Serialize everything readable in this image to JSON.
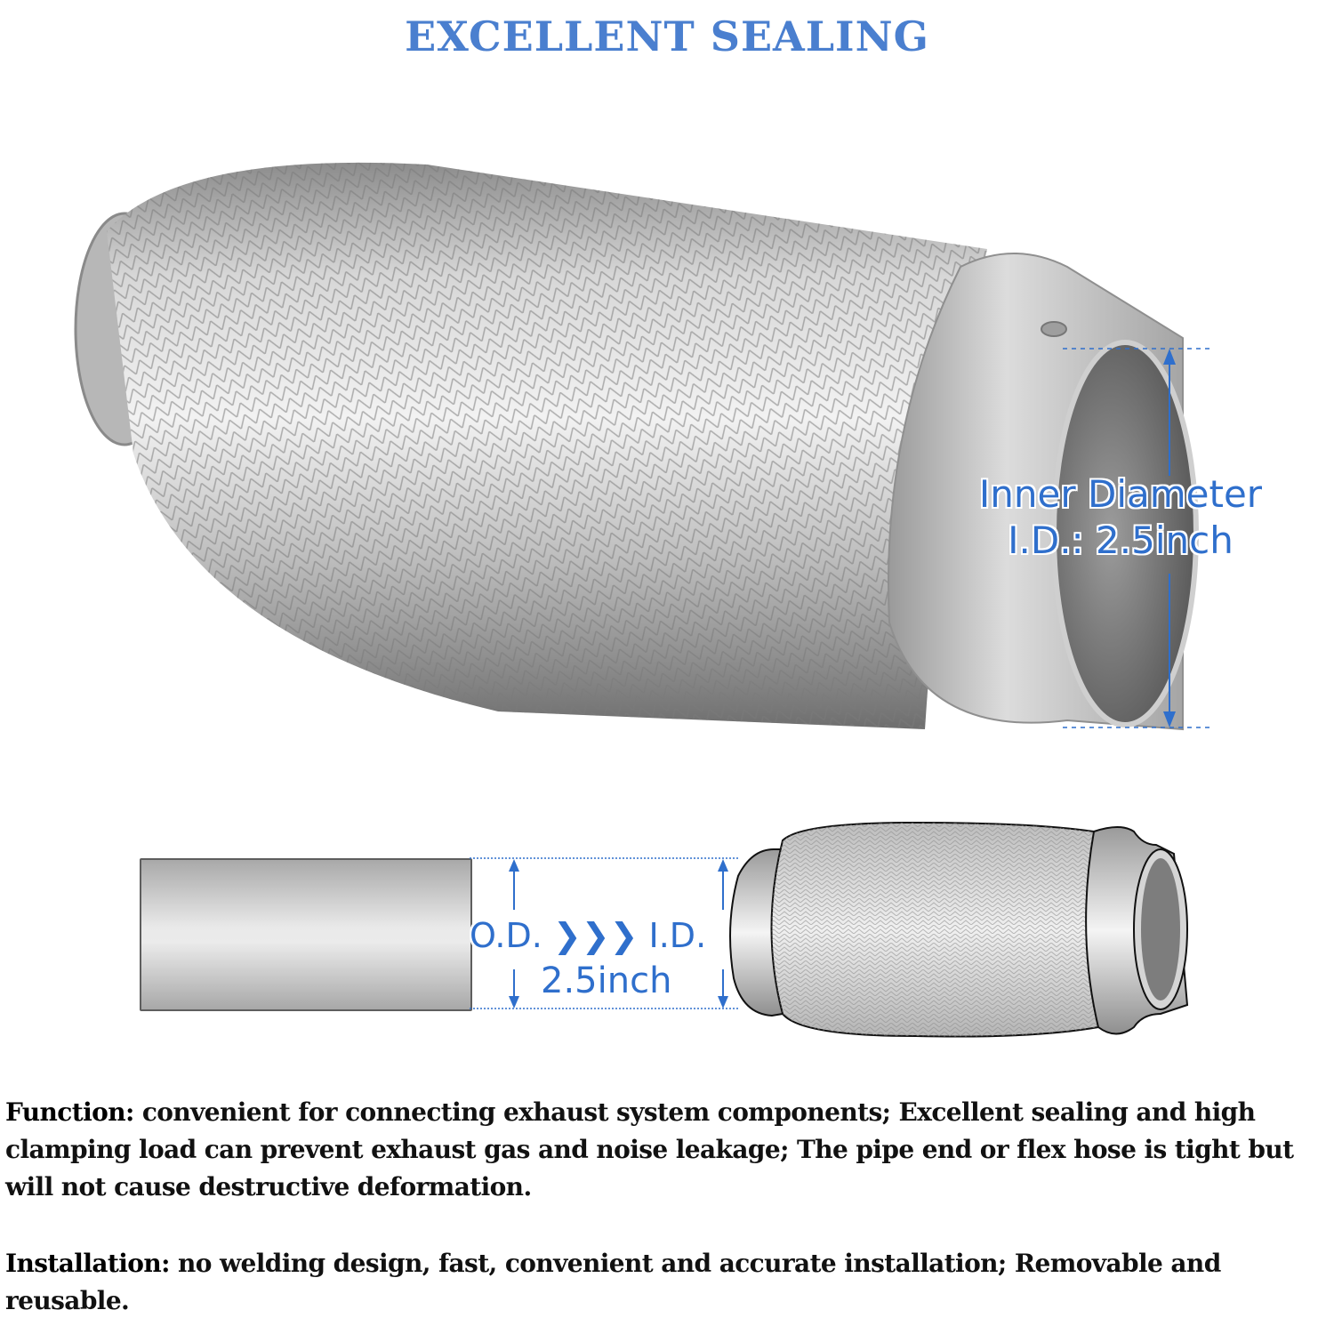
{
  "header": {
    "title": "EXCELLENT SEALING"
  },
  "main_image": {
    "label_line1": "Inner Diameter",
    "label_line2": "I.D.: 2.5inch"
  },
  "size_diagram": {
    "od_label": "O.D.",
    "arrows": "❯❯❯",
    "id_label": "I.D.",
    "value": "2.5inch"
  },
  "description": {
    "function_label": "Function:",
    "function_text": " convenient for connecting exhaust system components; Excellent sealing and high clamping load can prevent exhaust gas and noise leakage; The pipe end or flex hose is tight but will not cause destructive deformation.",
    "installation_label": "Installation:",
    "installation_text": " no welding design, fast, convenient and accurate installation; Removable and reusable."
  },
  "colors": {
    "title_blue": "#4a7fcf",
    "label_blue": "#2f6fcc",
    "text": "#111111"
  }
}
